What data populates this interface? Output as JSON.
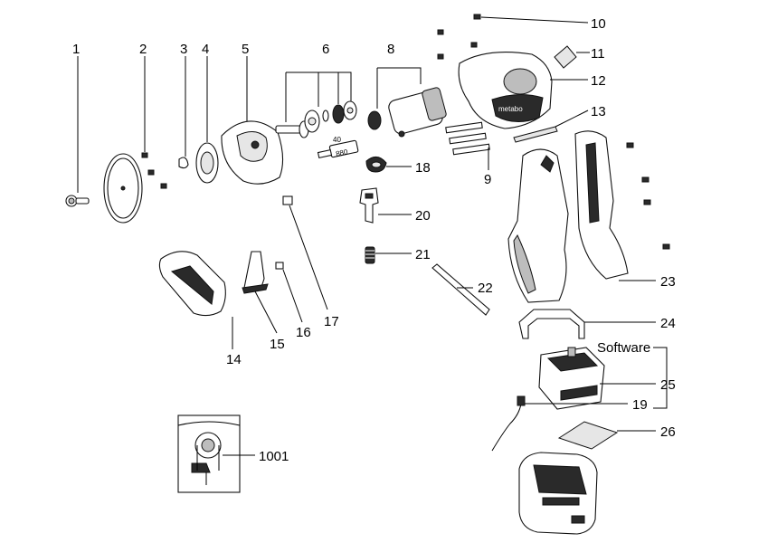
{
  "labels": {
    "p1": "1",
    "p2": "2",
    "p3": "3",
    "p4": "4",
    "p5": "5",
    "p6": "6",
    "p8": "8",
    "p9": "9",
    "p10": "10",
    "p11": "11",
    "p12": "12",
    "p13": "13",
    "p14": "14",
    "p15": "15",
    "p16": "16",
    "p17": "17",
    "p18": "18",
    "p19": "19",
    "p20": "20",
    "p21": "21",
    "p22": "22",
    "p23": "23",
    "p24": "24",
    "p25": "25",
    "p26": "26",
    "p1001": "1001"
  },
  "software_label": "Software",
  "tube_weight": "40",
  "tube_code": "880",
  "brand_mark": "metabo"
}
